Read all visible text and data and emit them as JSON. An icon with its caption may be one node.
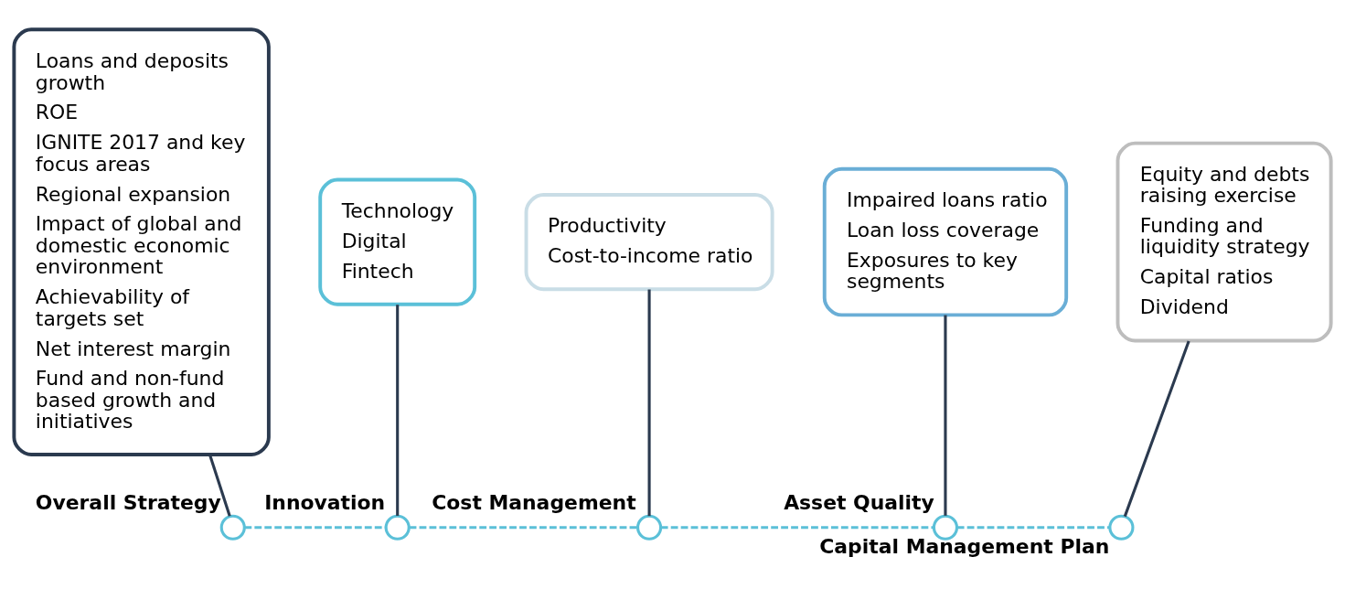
{
  "diagram": {
    "nodes": [
      {
        "text": [
          "Loans and deposits growth",
          "ROE",
          "IGNITE 2017 and key focus areas",
          "Regional expansion",
          "Impact of global and domestic economic environment",
          "Achievability of targets set",
          "Net interest margin",
          "Fund and non-fund based growth and initiatives"
        ]
      },
      {
        "text": [
          "Technology",
          "Digital",
          "Fintech"
        ]
      },
      {
        "text": [
          "Productivity",
          "Cost-to-income ratio"
        ]
      },
      {
        "text": [
          "Impaired loans ratio",
          "Loan loss coverage",
          "Exposures to key segments"
        ]
      },
      {
        "text": [
          "Equity and debts raising exercise",
          "Funding and liquidity strategy",
          "Capital ratios",
          "Dividend"
        ]
      },
      {
        "text": [],
        "shape": "circle",
        "beside": [
          "Overall Strategy"
        ]
      },
      {
        "text": [],
        "shape": "circle",
        "beside": [
          "Innovation"
        ]
      },
      {
        "text": [],
        "shape": "circle",
        "beside": [
          "Cost Management"
        ]
      },
      {
        "text": [],
        "shape": "circle",
        "beside": [
          "Asset Quality"
        ]
      },
      {
        "text": [],
        "shape": "circle",
        "beside": [
          "Capital Management Plan"
        ]
      }
    ],
    "edges": [
      {
        "from": 0,
        "to": 5,
        "arrow": "none"
      },
      {
        "from": 1,
        "to": 6,
        "arrow": "none"
      },
      {
        "from": 2,
        "to": 7,
        "arrow": "none"
      },
      {
        "from": 3,
        "to": 8,
        "arrow": "none"
      },
      {
        "from": 4,
        "to": 9,
        "arrow": "none"
      },
      {
        "from": 5,
        "to": 6,
        "arrow": "none",
        "style": "dashed",
        "color": "#5bc0d8"
      },
      {
        "from": 6,
        "to": 7,
        "arrow": "none",
        "style": "dashed",
        "color": "#5bc0d8"
      },
      {
        "from": 7,
        "to": 8,
        "arrow": "none",
        "style": "dashed",
        "color": "#5bc0d8"
      },
      {
        "from": 8,
        "to": 9,
        "arrow": "none",
        "style": "dashed",
        "color": "#5bc0d8"
      }
    ]
  }
}
